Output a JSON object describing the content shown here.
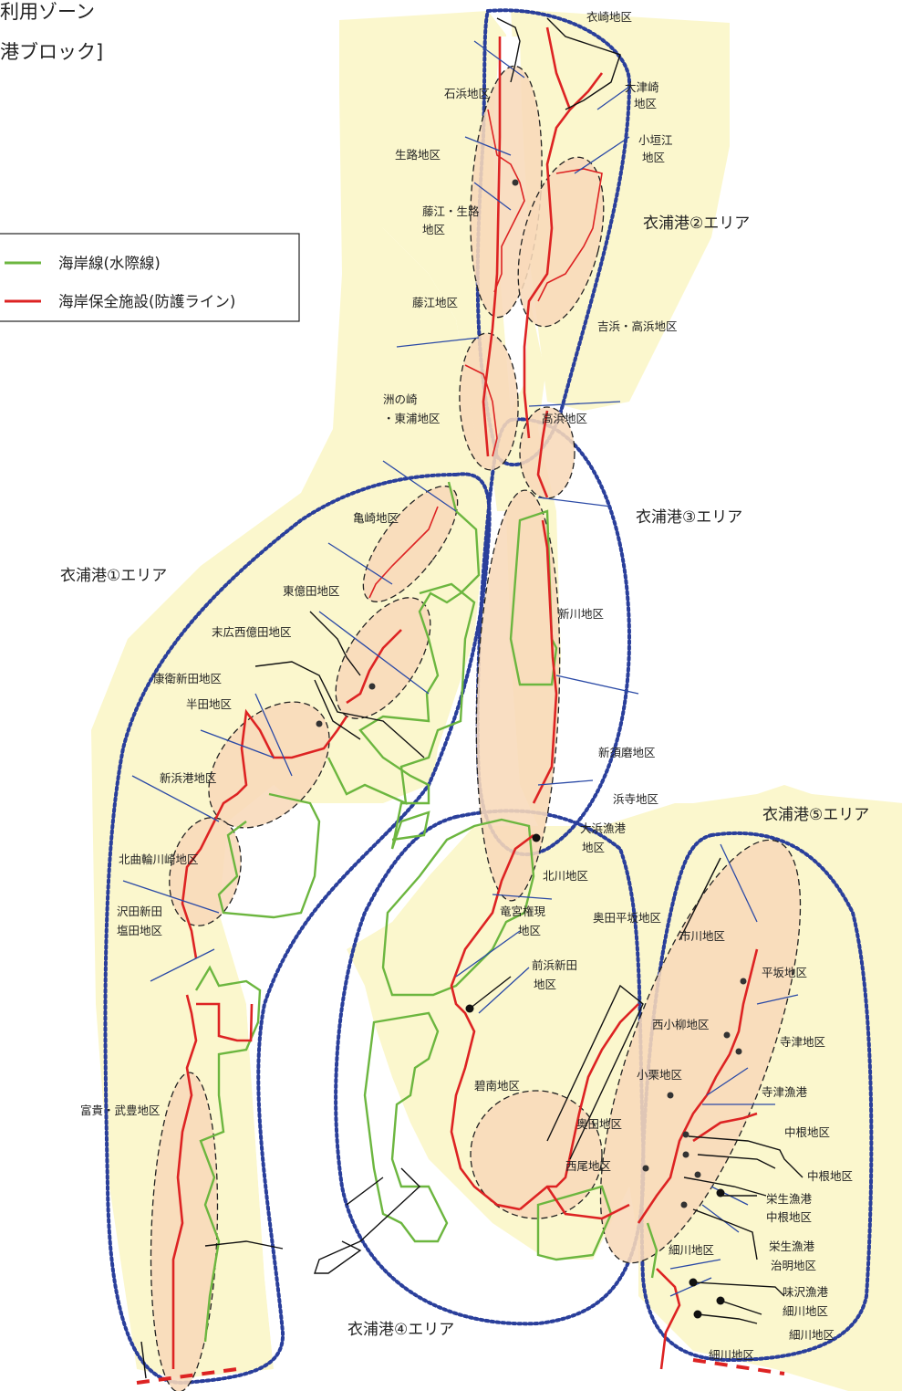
{
  "title": {
    "line1": "利用ゾーン",
    "line2": "港ブロック]"
  },
  "legend": {
    "items": [
      {
        "label": "海岸線(水際線)",
        "color": "#6cb63f"
      },
      {
        "label": "海岸保全施設(防護ライン)",
        "color": "#dd2323"
      }
    ]
  },
  "areas": {
    "area1": "衣浦港①エリア",
    "area2": "衣浦港②エリア",
    "area3": "衣浦港③エリア",
    "area4": "衣浦港④エリア",
    "area5": "衣浦港⑤エリア"
  },
  "districts": {
    "koromozaki": "衣崎地区",
    "otsuzaki_1": "大津崎",
    "otsuzaki_2": "地区",
    "ishihama": "石浜地区",
    "kogakie_1": "小垣江",
    "kogakie_2": "地区",
    "ikuji": "生路地区",
    "fujie_ikuji_1": "藤江・生路",
    "fujie_ikuji_2": "地区",
    "fujie": "藤江地区",
    "yoshihama_takahama": "吉浜・高浜地区",
    "sunozaki_1": "洲の崎",
    "sunozaki_2": "・東浦地区",
    "takahama": "高浜地区",
    "kamezaki": "亀崎地区",
    "higashi_okuda": "東億田地区",
    "suehiro": "末広西億田地区",
    "kouei": "康衛新田地区",
    "handa": "半田地区",
    "shinhama": "新浜港地区",
    "kitamagari": "北曲輪川崎地区",
    "sawada_1": "沢田新田",
    "sawada_2": "塩田地区",
    "tomiki": "富貴・武豊地区",
    "shinkawa": "新川地区",
    "shinsuma": "新須磨地区",
    "hamadera": "浜寺地区",
    "ohama_1": "大浜漁港",
    "ohama_2": "地区",
    "kitagawa": "北川地区",
    "ryugu_1": "竜宮権現",
    "ryugu_2": "地区",
    "okuda_hirasaka": "奥田平坂地区",
    "maehama_1": "前浜新田",
    "maehama_2": "地区",
    "ichikawa": "市川地区",
    "hirasaka": "平坂地区",
    "nishikoyanagi": "西小柳地区",
    "teratsu": "寺津地区",
    "oguri": "小栗地区",
    "teratsu_port": "寺津漁港",
    "hekinan": "碧南地区",
    "okuda": "奥田地区",
    "nakane1": "中根地区",
    "nishio": "西尾地区",
    "nakane2": "中根地区",
    "eiryu_nakane_1": "栄生漁港",
    "eiryu_nakane_2": "中根地区",
    "eiryu_jimei_1": "栄生漁港",
    "eiryu_jimei_2": "治明地区",
    "hosokawa1": "細川地区",
    "ajisawa_1": "味沢漁港",
    "ajisawa_2": "細川地区",
    "hosokawa2": "細川地区",
    "hosokawa3": "細川地区"
  }
}
